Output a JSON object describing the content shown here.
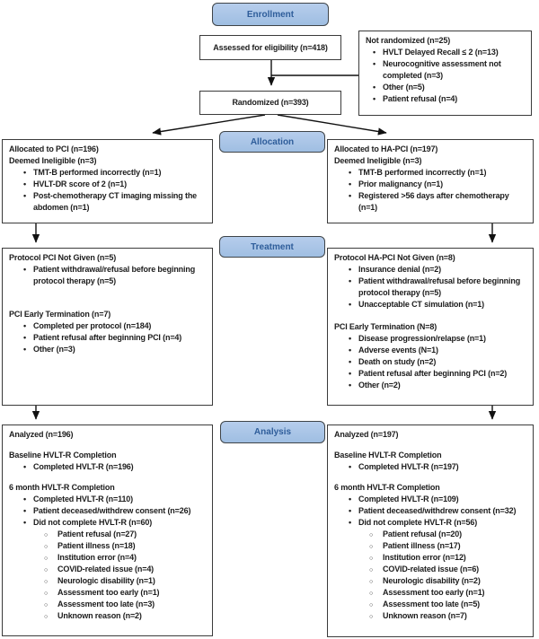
{
  "badges": {
    "enrollment": "Enrollment",
    "allocation": "Allocation",
    "treatment": "Treatment",
    "analysis": "Analysis"
  },
  "boxes": {
    "assessed": {
      "text": "Assessed for eligibility (n=418)"
    },
    "randomized": {
      "text": "Randomized (n=393)"
    },
    "not_randomized": {
      "lines": [
        {
          "t": "title",
          "text": "Not randomized (n=25)"
        },
        {
          "t": "bullet",
          "text": "HVLT Delayed Recall ≤ 2 (n=13)"
        },
        {
          "t": "bullet",
          "text": "Neurocognitive assessment not completed (n=3)"
        },
        {
          "t": "bullet",
          "text": "Other (n=5)"
        },
        {
          "t": "bullet",
          "text": "Patient refusal (n=4)"
        }
      ]
    },
    "alloc_left": {
      "lines": [
        {
          "t": "title",
          "text": "Allocated to PCI (n=196)"
        },
        {
          "t": "title",
          "text": "Deemed Ineligible (n=3)"
        },
        {
          "t": "bullet",
          "text": "TMT-B performed incorrectly (n=1)"
        },
        {
          "t": "bullet",
          "text": "HVLT-DR score of 2 (n=1)"
        },
        {
          "t": "bullet",
          "text": "Post-chemotherapy CT imaging missing the abdomen (n=1)"
        }
      ]
    },
    "alloc_right": {
      "lines": [
        {
          "t": "title",
          "text": "Allocated to HA-PCI (n=197)"
        },
        {
          "t": "title",
          "text": "Deemed Ineligible (n=3)"
        },
        {
          "t": "bullet",
          "text": "TMT-B performed incorrectly (n=1)"
        },
        {
          "t": "bullet",
          "text": "Prior malignancy (n=1)"
        },
        {
          "t": "bullet",
          "text": "Registered >56 days after chemotherapy (n=1)"
        }
      ]
    },
    "treat_left": {
      "lines": [
        {
          "t": "title",
          "text": "Protocol PCI Not Given (n=5)"
        },
        {
          "t": "bullet",
          "text": "Patient withdrawal/refusal before beginning protocol therapy (n=5)"
        },
        {
          "t": "gap"
        },
        {
          "t": "gap"
        },
        {
          "t": "title",
          "text": "PCI Early Termination (n=7)"
        },
        {
          "t": "bullet",
          "text": "Completed per protocol (n=184)"
        },
        {
          "t": "bullet",
          "text": "Patient refusal after beginning PCI (n=4)"
        },
        {
          "t": "bullet",
          "text": "Other (n=3)"
        }
      ]
    },
    "treat_right": {
      "lines": [
        {
          "t": "title",
          "text": "Protocol HA-PCI Not Given (n=8)"
        },
        {
          "t": "bullet",
          "text": "Insurance denial (n=2)"
        },
        {
          "t": "bullet",
          "text": "Patient withdrawal/refusal before beginning protocol therapy (n=5)"
        },
        {
          "t": "bullet",
          "text": "Unacceptable CT simulation (n=1)"
        },
        {
          "t": "gap"
        },
        {
          "t": "title",
          "text": "PCI Early Termination (N=8)"
        },
        {
          "t": "bullet",
          "text": "Disease progression/relapse (n=1)"
        },
        {
          "t": "bullet",
          "text": "Adverse events (N=1)"
        },
        {
          "t": "bullet",
          "text": "Death on study (n=2)"
        },
        {
          "t": "bullet",
          "text": "Patient refusal after beginning PCI (n=2)"
        },
        {
          "t": "bullet",
          "text": "Other (n=2)"
        }
      ]
    },
    "analysis_left": {
      "lines": [
        {
          "t": "title",
          "text": "Analyzed (n=196)"
        },
        {
          "t": "gap"
        },
        {
          "t": "title",
          "text": "Baseline HVLT-R Completion"
        },
        {
          "t": "bullet",
          "text": "Completed HVLT-R (n=196)"
        },
        {
          "t": "gap"
        },
        {
          "t": "title",
          "text": "6 month HVLT-R Completion"
        },
        {
          "t": "bullet",
          "text": "Completed HVLT-R (n=110)"
        },
        {
          "t": "bullet",
          "text": "Patient deceased/withdrew consent (n=26)"
        },
        {
          "t": "bullet",
          "text": "Did not complete HVLT-R (n=60)"
        },
        {
          "t": "sub",
          "text": "Patient refusal (n=27)"
        },
        {
          "t": "sub",
          "text": "Patient illness (n=18)"
        },
        {
          "t": "sub",
          "text": "Institution error (n=4)"
        },
        {
          "t": "sub",
          "text": "COVID-related issue (n=4)"
        },
        {
          "t": "sub",
          "text": "Neurologic disability (n=1)"
        },
        {
          "t": "sub",
          "text": "Assessment too early (n=1)"
        },
        {
          "t": "sub",
          "text": "Assessment too late (n=3)"
        },
        {
          "t": "sub",
          "text": "Unknown reason (n=2)"
        }
      ]
    },
    "analysis_right": {
      "lines": [
        {
          "t": "title",
          "text": "Analyzed (n=197)"
        },
        {
          "t": "gap"
        },
        {
          "t": "title",
          "text": "Baseline HVLT-R Completion"
        },
        {
          "t": "bullet",
          "text": "Completed HVLT-R (n=197)"
        },
        {
          "t": "gap"
        },
        {
          "t": "title",
          "text": "6 month HVLT-R Completion"
        },
        {
          "t": "bullet",
          "text": "Completed HVLT-R (n=109)"
        },
        {
          "t": "bullet",
          "text": "Patient deceased/withdrew consent (n=32)"
        },
        {
          "t": "bullet",
          "text": "Did not complete HVLT-R (n=56)"
        },
        {
          "t": "sub",
          "text": "Patient refusal (n=20)"
        },
        {
          "t": "sub",
          "text": "Patient illness (n=17)"
        },
        {
          "t": "sub",
          "text": "Institution error (n=12)"
        },
        {
          "t": "sub",
          "text": "COVID-related issue (n=6)"
        },
        {
          "t": "sub",
          "text": "Neurologic disability (n=2)"
        },
        {
          "t": "sub",
          "text": "Assessment too early (n=1)"
        },
        {
          "t": "sub",
          "text": "Assessment too late (n=5)"
        },
        {
          "t": "sub",
          "text": "Unknown reason (n=7)"
        }
      ]
    }
  },
  "colors": {
    "badge_fill": "#aac4e6",
    "badge_text": "#2e5d9a",
    "badge_border": "#3f4448",
    "box_border": "#3b3b3b",
    "box_bg": "#ffffff",
    "text": "#1c1c1c",
    "connector": "#111111"
  }
}
